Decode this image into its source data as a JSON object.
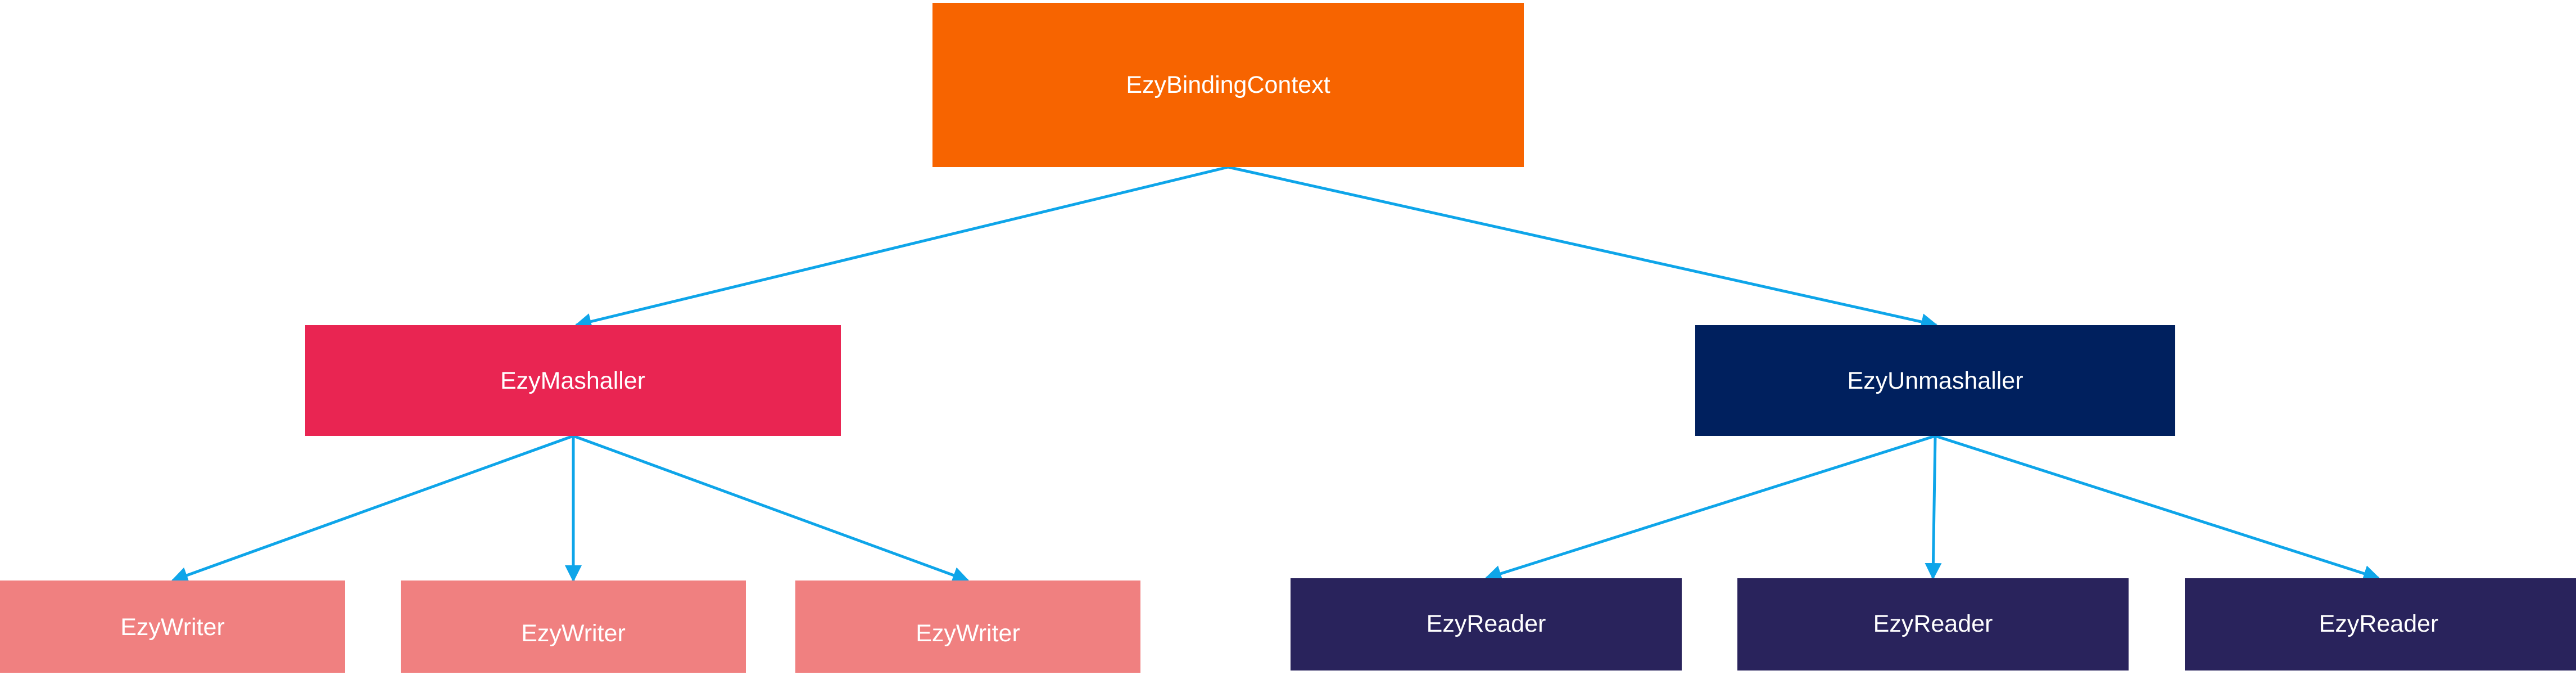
{
  "diagram": {
    "colors": {
      "connector": "#0ea5e9",
      "text": "#ffffff",
      "root_fill": "#f76400",
      "mashaller_fill": "#e92552",
      "unmashaller_fill": "#00205e",
      "writer_fill": "#f08080",
      "reader_fill": "#29235c"
    },
    "nodes": {
      "root": {
        "label": "EzyBindingContext"
      },
      "mashaller": {
        "label": "EzyMashaller"
      },
      "unmashaller": {
        "label": "EzyUnmashaller"
      },
      "writer_1": {
        "label": "EzyWriter"
      },
      "writer_2": {
        "label": "EzyWriter"
      },
      "writer_3": {
        "label": "EzyWriter"
      },
      "reader_1": {
        "label": "EzyReader"
      },
      "reader_2": {
        "label": "EzyReader"
      },
      "reader_3": {
        "label": "EzyReader"
      }
    },
    "edges": [
      {
        "from": "root",
        "to": "mashaller"
      },
      {
        "from": "root",
        "to": "unmashaller"
      },
      {
        "from": "mashaller",
        "to": "writer_1"
      },
      {
        "from": "mashaller",
        "to": "writer_2"
      },
      {
        "from": "mashaller",
        "to": "writer_3"
      },
      {
        "from": "unmashaller",
        "to": "reader_1"
      },
      {
        "from": "unmashaller",
        "to": "reader_2"
      },
      {
        "from": "unmashaller",
        "to": "reader_3"
      }
    ]
  }
}
